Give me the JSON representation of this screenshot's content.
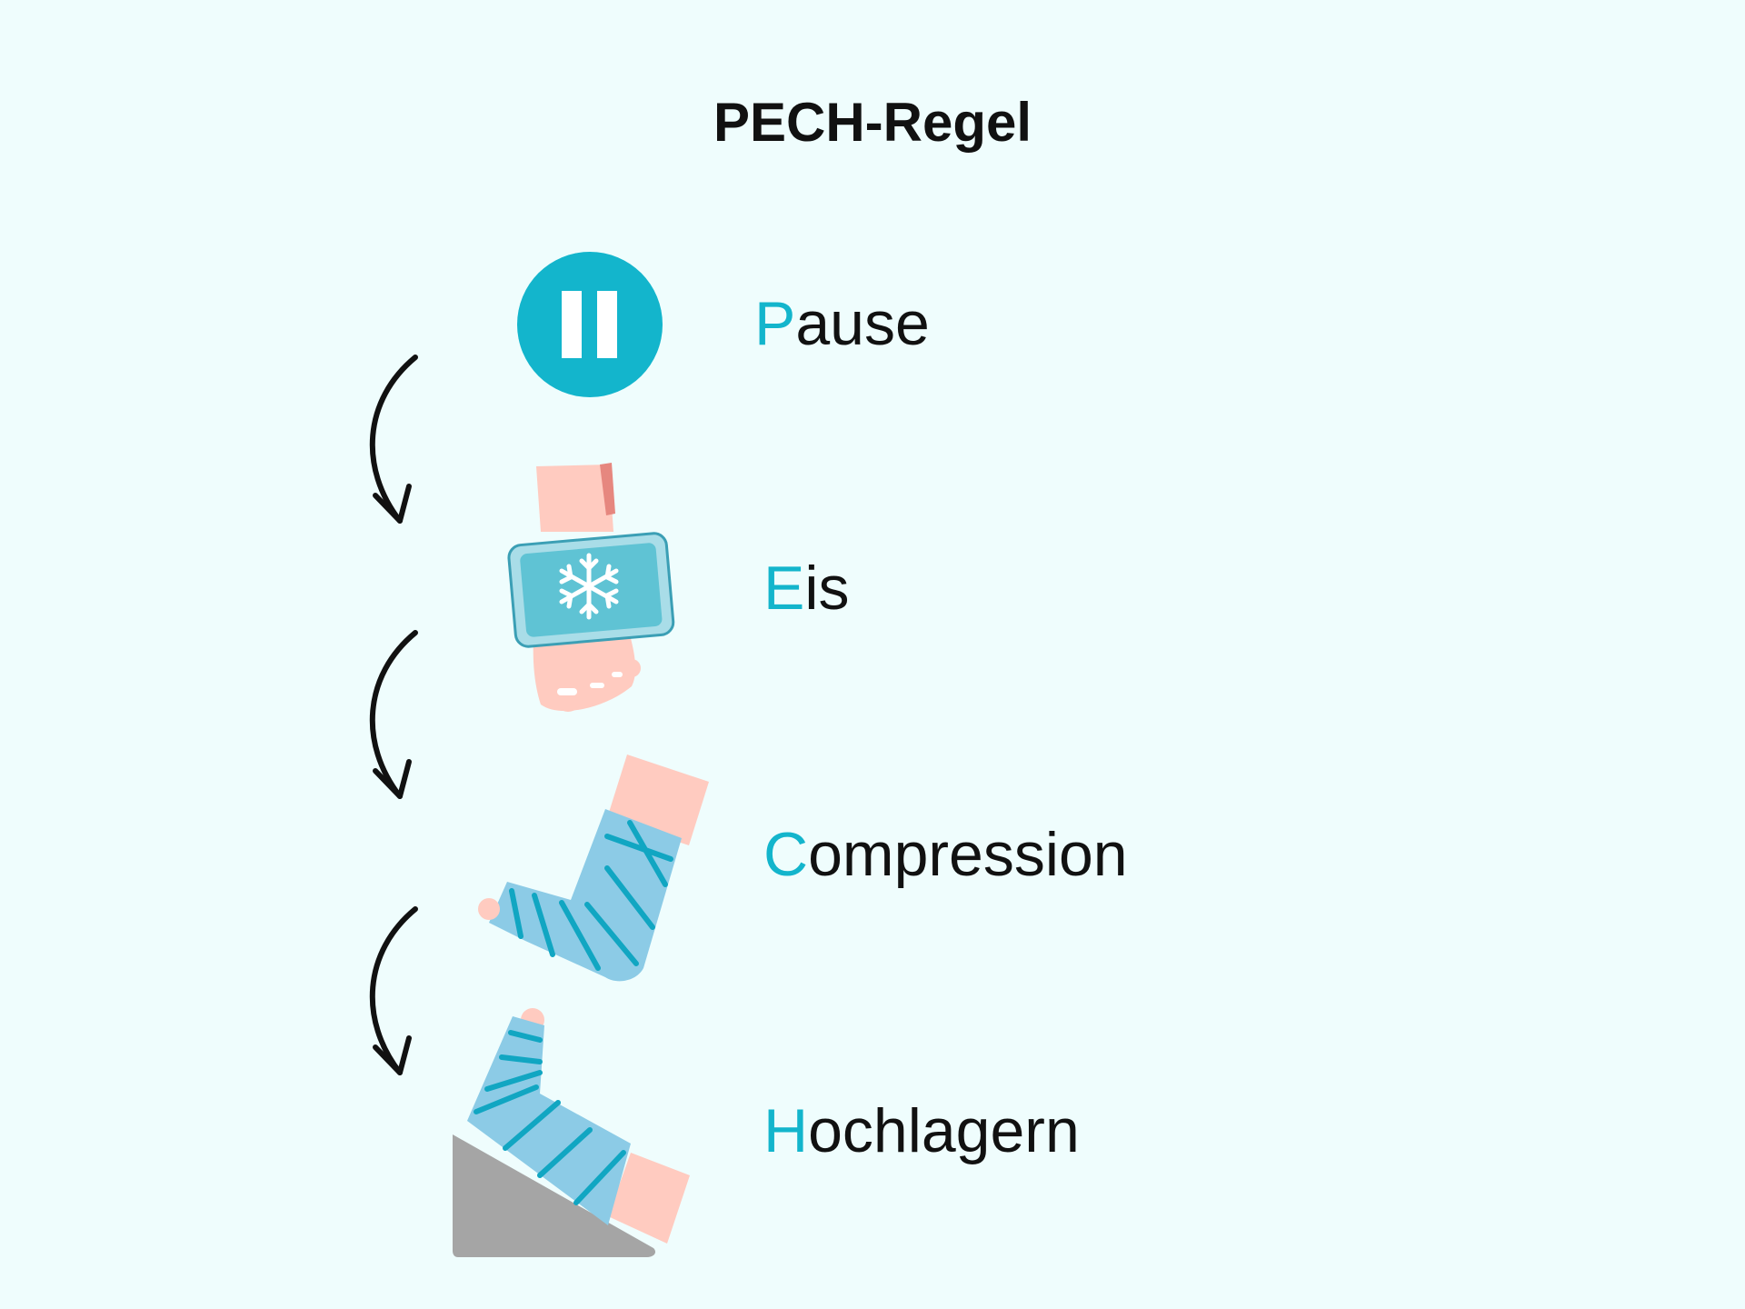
{
  "title": "PECH-Regel",
  "colors": {
    "accent": "#13b5cc",
    "background": "#effdfd",
    "text": "#111111",
    "skin": "#ffcbc0",
    "skin_shadow": "#e6877f",
    "bandage": "#8ccbe6",
    "bandage_stripe": "#11a6c2",
    "ice_pack": "#6cc8d8",
    "wedge": "#a5a5a5"
  },
  "steps": [
    {
      "initial": "P",
      "rest": "ause",
      "icon": "pause-icon"
    },
    {
      "initial": "E",
      "rest": "is",
      "icon": "ice-pack-foot-icon"
    },
    {
      "initial": "C",
      "rest": "ompression",
      "icon": "bandaged-foot-icon"
    },
    {
      "initial": "H",
      "rest": "ochlagern",
      "icon": "elevated-foot-icon"
    }
  ],
  "arrows": [
    "curved-arrow-down-icon",
    "curved-arrow-down-icon",
    "curved-arrow-down-icon"
  ]
}
